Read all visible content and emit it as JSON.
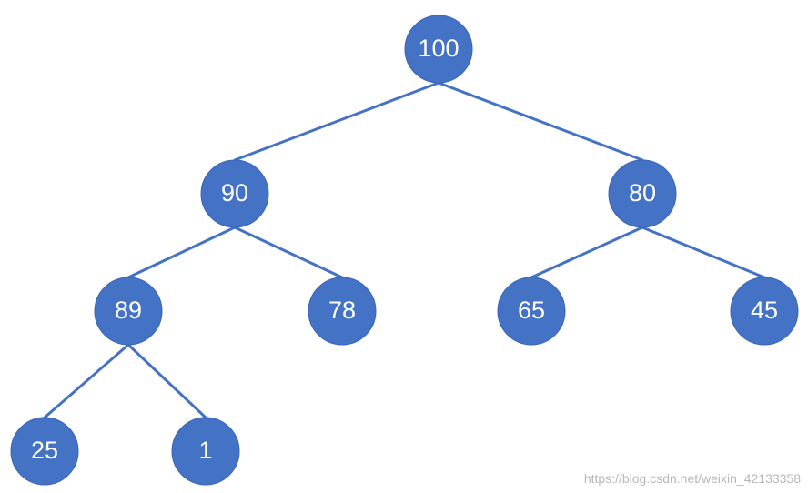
{
  "tree": {
    "node_color": "#4472c4",
    "edge_color": "#4472c4",
    "label_color": "#ffffff",
    "nodes": [
      {
        "id": "n100",
        "label": "100"
      },
      {
        "id": "n90",
        "label": "90"
      },
      {
        "id": "n80",
        "label": "80"
      },
      {
        "id": "n89",
        "label": "89"
      },
      {
        "id": "n78",
        "label": "78"
      },
      {
        "id": "n65",
        "label": "65"
      },
      {
        "id": "n45",
        "label": "45"
      },
      {
        "id": "n25",
        "label": "25"
      },
      {
        "id": "n1",
        "label": "1"
      }
    ],
    "edges": [
      {
        "from": "n100",
        "to": "n90"
      },
      {
        "from": "n100",
        "to": "n80"
      },
      {
        "from": "n90",
        "to": "n89"
      },
      {
        "from": "n90",
        "to": "n78"
      },
      {
        "from": "n80",
        "to": "n65"
      },
      {
        "from": "n80",
        "to": "n45"
      },
      {
        "from": "n89",
        "to": "n25"
      },
      {
        "from": "n89",
        "to": "n1"
      }
    ]
  },
  "watermark": "https://blog.csdn.net/weixin_42133358"
}
